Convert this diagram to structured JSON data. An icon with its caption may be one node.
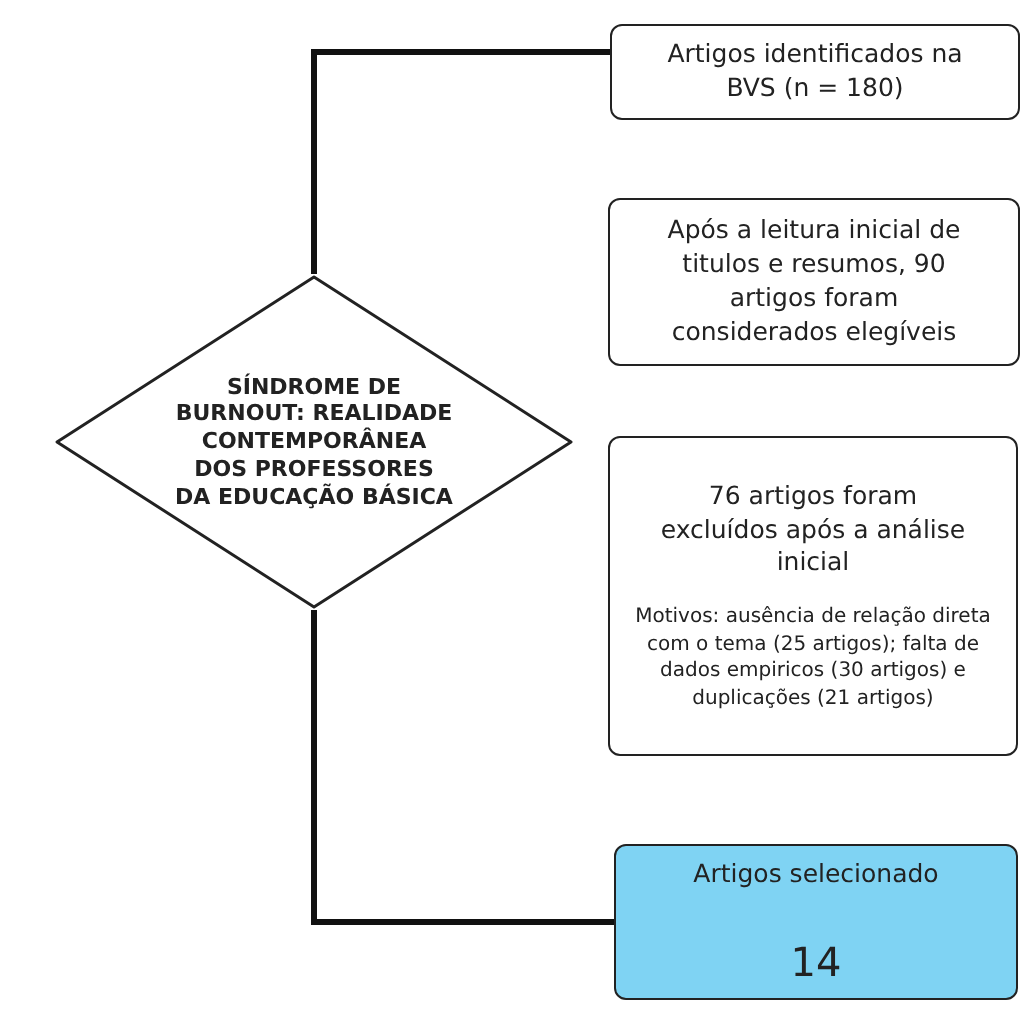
{
  "diagram": {
    "nodes": [
      {
        "text": [
          "SÍNDROME DE BURNOUT: REALIDADE CONTEMPORÂNEA DOS PROFESSORES DA EDUCAÇÃO BÁSICA"
        ]
      },
      {
        "text": [
          "Artigos identificados na BVS (n = 180)"
        ]
      },
      {
        "text": [
          "Após a leitura inicial de titulos e resumos, 90 artigos foram considerados elegíveis"
        ]
      },
      {
        "text": [
          "76 artigos foram excluídos após a análise inicial",
          "Motivos: ausência de relação direta com o tema (25 artigos); falta de dados empiricos (30 artigos) e duplicações (21 artigos)"
        ]
      },
      {
        "text": [
          "Artigos selecionado",
          "14"
        ]
      }
    ],
    "edges": [
      {
        "from": 0,
        "to": 1,
        "arrow": "none"
      },
      {
        "from": 0,
        "to": 4,
        "arrow": "none"
      }
    ]
  }
}
